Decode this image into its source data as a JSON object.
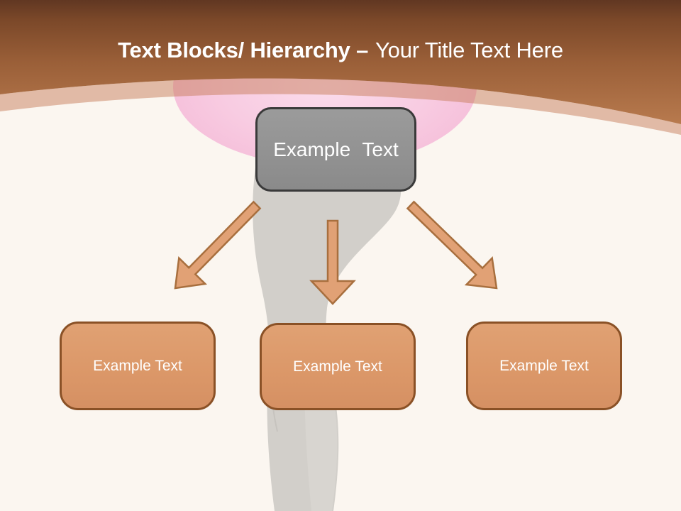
{
  "title": {
    "bold": "Text Blocks/ Hierarchy –",
    "regular": "Your Title Text Here"
  },
  "diagram": {
    "root": {
      "label": "Example Text"
    },
    "children": [
      {
        "label": "Example Text"
      },
      {
        "label": "Example Text"
      },
      {
        "label": "Example Text"
      }
    ]
  },
  "colors": {
    "header_gradient_top": "#5f3621",
    "header_gradient_bottom": "#b97b4e",
    "curve_band": "#c77e5c",
    "background_cream": "#fbf6f0",
    "pink_accent": "#f6c3dd",
    "root_node_fill": "#929292",
    "root_node_border": "#3a3a3a",
    "child_node_fill": "#dd9b6c",
    "child_node_border": "#8a5126",
    "arrow_fill": "#e1a175",
    "arrow_border": "#a86f3e",
    "silhouette_gray": "#d2cfca",
    "title_text": "#ffffff"
  }
}
